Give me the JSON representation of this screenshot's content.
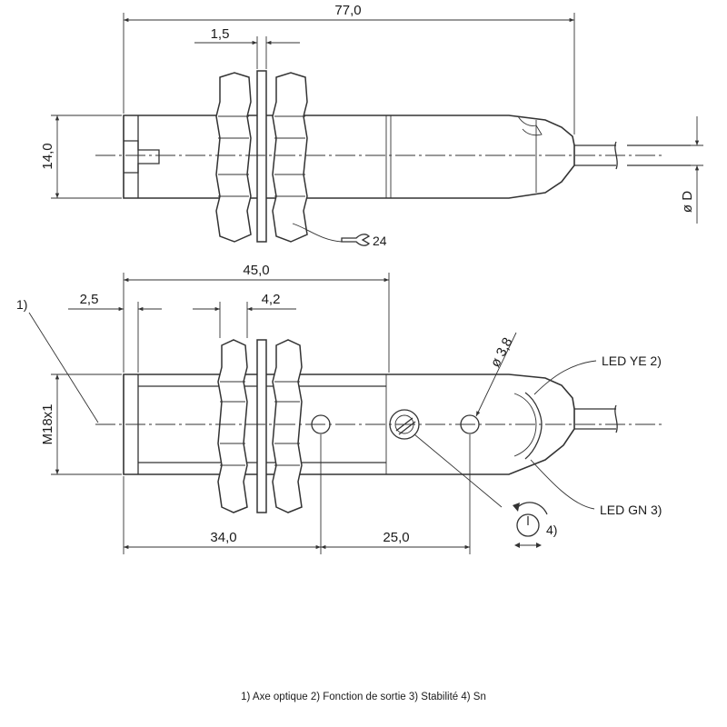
{
  "top_view": {
    "dim_overall_length": "77,0",
    "dim_washer_thickness": "1,5",
    "dim_body_diameter": "14,0",
    "dim_cable_diameter": "ø D",
    "wrench_size": "24"
  },
  "bottom_view": {
    "dim_thread_length": "45,0",
    "dim_setback": "2,5",
    "dim_nut_width": "4,2",
    "dim_thread": "M18x1",
    "dim_lens_offset": "34,0",
    "dim_led_spacing": "25,0",
    "dim_hole_diameter": "ø 3,8",
    "callout_1": "1)",
    "led_yellow": "LED YE 2)",
    "led_green": "LED GN 3)",
    "callout_4": "4)"
  },
  "legend": "1) Axe optique  2) Fonction de sortie  3) Stabilité  4) Sn"
}
